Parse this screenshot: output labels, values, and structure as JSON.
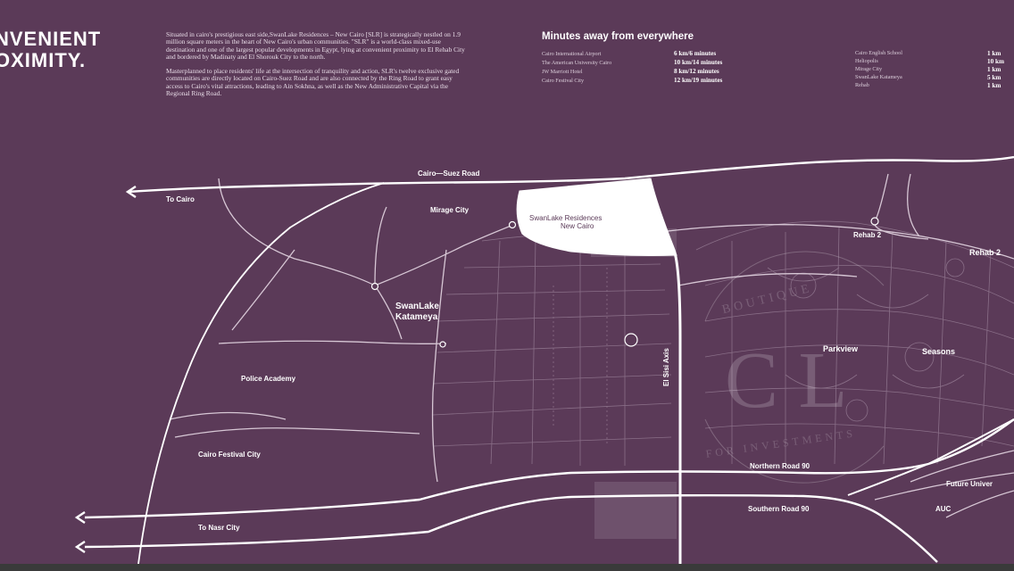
{
  "heading": {
    "line1": "NVENIENT",
    "line2": "OXIMITY."
  },
  "intro": {
    "p1": "Situated in cairo's prestigious east side,SwanLake Residences – New Cairo [SLR] is strategically nestled on 1.9 million square meters in the heart of New Cairo's urban communities. \"SLR\" is a world-class mixed-use destination and one of the largest popular developments in Egypt, lying at convenient proximity to El Rehab City and bordered by Madinaty and El Shorouk City to the north.",
    "p2": "Masterplanned to place residents' life at the intersection of tranquility and action, SLR's twelve exclusive gated communities are directly located on Cairo-Suez Road and are also connected by the Ring Road to grant easy access to Cairo's vital attractions, leading to Ain Sokhna, as well as the New Administrative Capital via the Regional Ring Road."
  },
  "minutes": {
    "title": "Minutes away from everywhere",
    "left": [
      {
        "place": "Cairo International Airport",
        "time": "6 km/6 minutes"
      },
      {
        "place": "The American University Cairo",
        "time": "10 km/14 minutes"
      },
      {
        "place": "JW Marriott Hotel",
        "time": "8 km/12 minutes"
      },
      {
        "place": "Cairo Festival City",
        "time": "12 km/19 minutes"
      }
    ],
    "right": [
      {
        "place": "Cairo English School",
        "time": "1 km"
      },
      {
        "place": "Heliopolis",
        "time": "10 km"
      },
      {
        "place": "Mirage City",
        "time": "1 km"
      },
      {
        "place": "SwanLake Katameya",
        "time": "5 km"
      },
      {
        "place": "Rehab",
        "time": "1 km"
      }
    ]
  },
  "map": {
    "cairo_suez_road": "Cairo—Suez Road",
    "to_cairo": "To Cairo",
    "mirage_city": "Mirage City",
    "swanlake_residences": "SwanLake Residences",
    "new_cairo": "New Cairo",
    "rehab2_a": "Rehab 2",
    "rehab2_b": "Rehab 2",
    "swanlake": "SwanLake",
    "katameya": "Katameya",
    "police_academy": "Police Academy",
    "el_sisi_axis": "El Sisi Axis",
    "parkview": "Parkview",
    "seasons": "Seasons",
    "cairo_festival_city": "Cairo Festival City",
    "northern_road_90": "Northern Road 90",
    "southern_road_90": "Southern Road 90",
    "to_nasr_city": "To Nasr City",
    "future_university": "Future Univer",
    "auc": "AUC"
  },
  "watermark": {
    "letters": "C L",
    "arc_top": "BOUTIQUE",
    "arc_bottom": "FOR INVESTMENTS"
  },
  "colors": {
    "background": "#5b3a58",
    "roads": "#ffffff",
    "streets": "#8a6f88"
  }
}
